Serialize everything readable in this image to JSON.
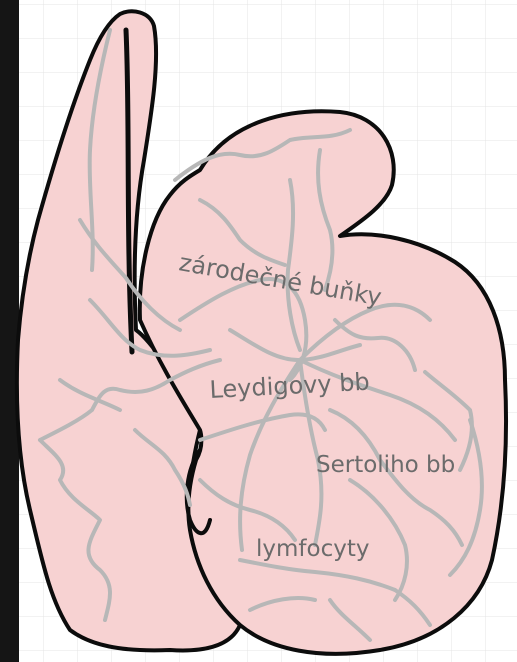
{
  "colors": {
    "background": "#ffffff",
    "grid": "#e4e4e4",
    "left_edge": "#151515",
    "organ_fill": "#f7d2d2",
    "outline": "#0c0c0c",
    "inner_lines": "#b7b7b7",
    "label_text": "#6b6b6b"
  },
  "labels": {
    "germ_cells": "zárodečné buňky",
    "leydig_cells": "Leydigovy bb",
    "sertoli_cells": "Sertoliho bb",
    "lymphocytes": "lymfocyty"
  }
}
